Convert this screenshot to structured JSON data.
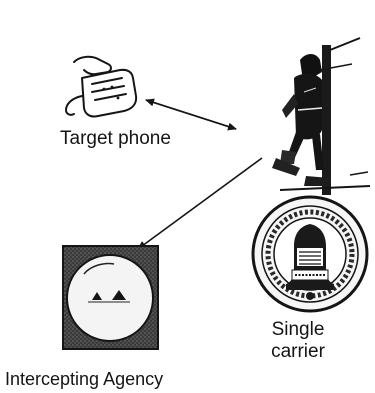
{
  "labels": {
    "target_phone": "Target phone",
    "intercepting_agency": "Intercepting Agency",
    "single_carrier_line1": "Single",
    "single_carrier_line2": "carrier"
  },
  "icons": {
    "target_phone": "desk-telephone-icon",
    "carrier": "lineman-on-pole-icon",
    "carrier_logo": "bell-system-seal-icon",
    "agency": "agency-seal-icon"
  },
  "colors": {
    "ink": "#151515",
    "background": "#ffffff",
    "seal_dark": "#3a3a3a",
    "seal_light": "#f4f4f4"
  }
}
